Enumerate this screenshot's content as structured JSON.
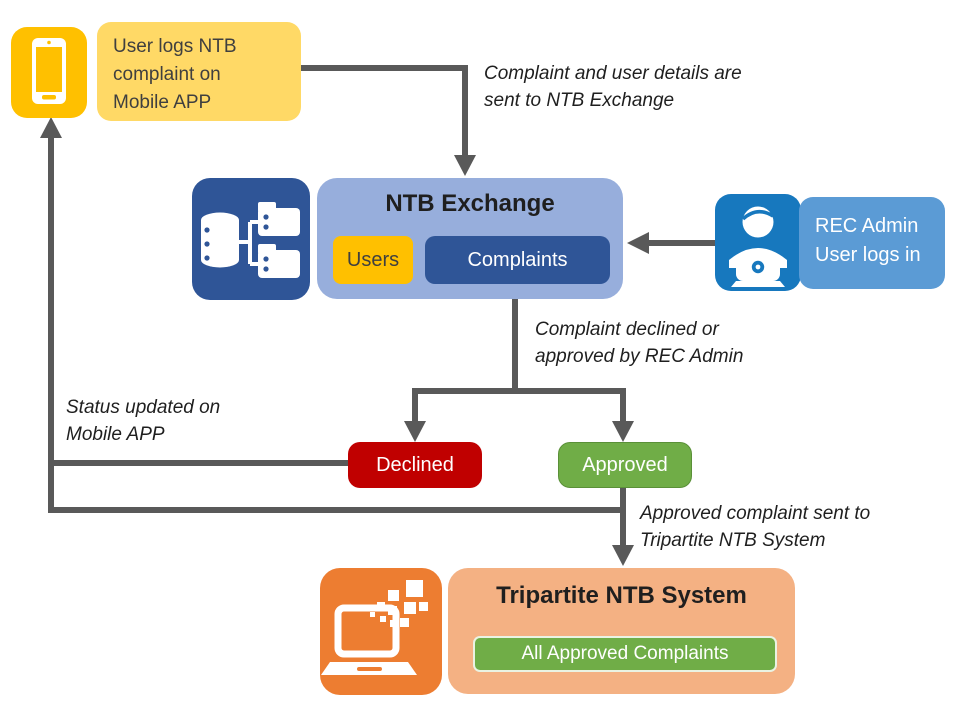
{
  "diagram": {
    "mobile": {
      "label": "User logs NTB complaint on Mobile APP"
    },
    "exchange": {
      "title": "NTB Exchange",
      "users": "Users",
      "complaints": "Complaints"
    },
    "rec_admin": {
      "label": "REC Admin User logs in"
    },
    "declined": {
      "label": "Declined"
    },
    "approved": {
      "label": "Approved"
    },
    "tripartite": {
      "title": "Tripartite NTB System",
      "all_approved": "All Approved Complaints"
    }
  },
  "annotations": {
    "complaint_sent": "Complaint and user details are sent to NTB Exchange",
    "decision": "Complaint declined or approved by REC Admin",
    "status_update": "Status updated on Mobile APP",
    "approved_sent": "Approved complaint sent to Tripartite NTB System"
  },
  "icons": {
    "mobile": "mobile-phone-icon",
    "exchange": "database-folders-icon",
    "rec_admin": "admin-user-laptop-icon",
    "tripartite": "laptop-data-icon"
  },
  "colors": {
    "gold": "#FFC000",
    "light_yellow": "#FFD966",
    "light_blue": "#97AEDC",
    "dark_blue": "#2F5597",
    "azure": "#1778BE",
    "medium_blue": "#5B9BD5",
    "red": "#C00000",
    "green": "#70AD47",
    "orange": "#ED7D31",
    "peach": "#F4B183",
    "connector_gray": "#595959"
  }
}
